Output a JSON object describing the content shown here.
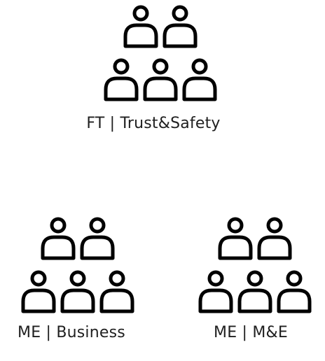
{
  "groups": [
    {
      "id": "top",
      "label": "FT | Trust&Safety",
      "icon": "people-group-icon"
    },
    {
      "id": "left",
      "label": "ME | Business",
      "icon": "people-group-icon"
    },
    {
      "id": "right",
      "label": "ME | M&E",
      "icon": "people-group-icon"
    }
  ],
  "colors": {
    "stroke": "#000000",
    "text": "#1f1f1f",
    "background": "#ffffff"
  }
}
